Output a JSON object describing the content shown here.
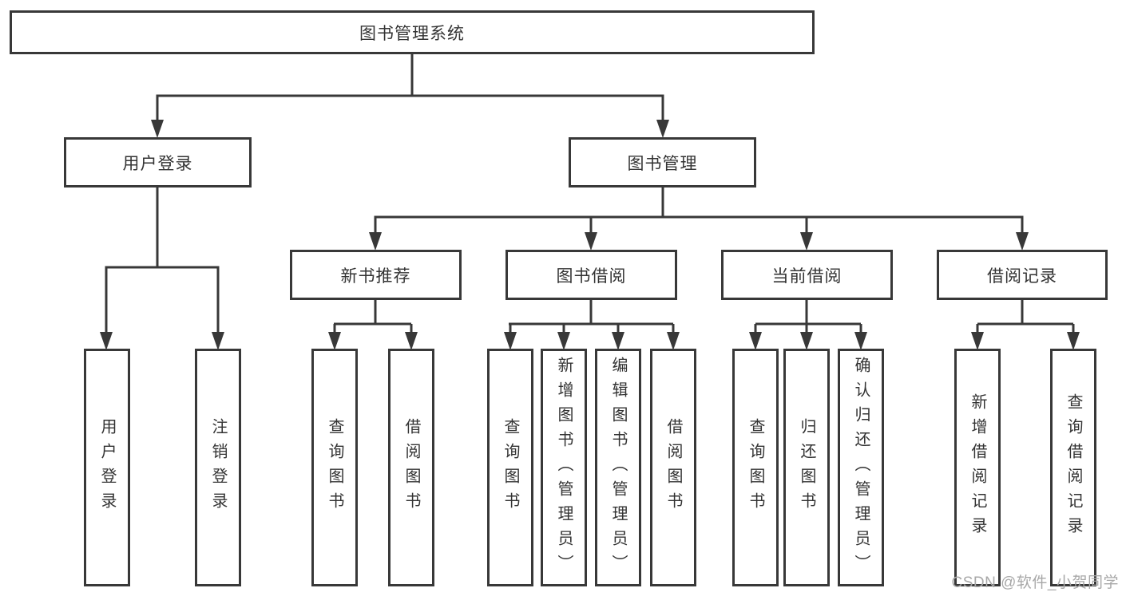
{
  "tree": {
    "label": "图书管理系统",
    "children": [
      {
        "label": "用户登录",
        "children": [
          {
            "label": "用户登录"
          },
          {
            "label": "注销登录"
          }
        ]
      },
      {
        "label": "图书管理",
        "children": [
          {
            "label": "新书推荐",
            "children": [
              {
                "label": "查询图书"
              },
              {
                "label": "借阅图书"
              }
            ]
          },
          {
            "label": "图书借阅",
            "children": [
              {
                "label": "查询图书"
              },
              {
                "label": "新增图书（管理员）"
              },
              {
                "label": "编辑图书（管理员）"
              },
              {
                "label": "借阅图书"
              }
            ]
          },
          {
            "label": "当前借阅",
            "children": [
              {
                "label": "查询图书"
              },
              {
                "label": "归还图书"
              },
              {
                "label": "确认归还（管理员）"
              }
            ]
          },
          {
            "label": "借阅记录",
            "children": [
              {
                "label": "新增借阅记录"
              },
              {
                "label": "查询借阅记录"
              }
            ]
          }
        ]
      }
    ]
  },
  "watermark": {
    "text": "CSDN @软件_小贺同学"
  },
  "colors": {
    "line": "#383838",
    "text": "#333333",
    "background": "#ffffff",
    "watermark": "#a8a8a8"
  }
}
